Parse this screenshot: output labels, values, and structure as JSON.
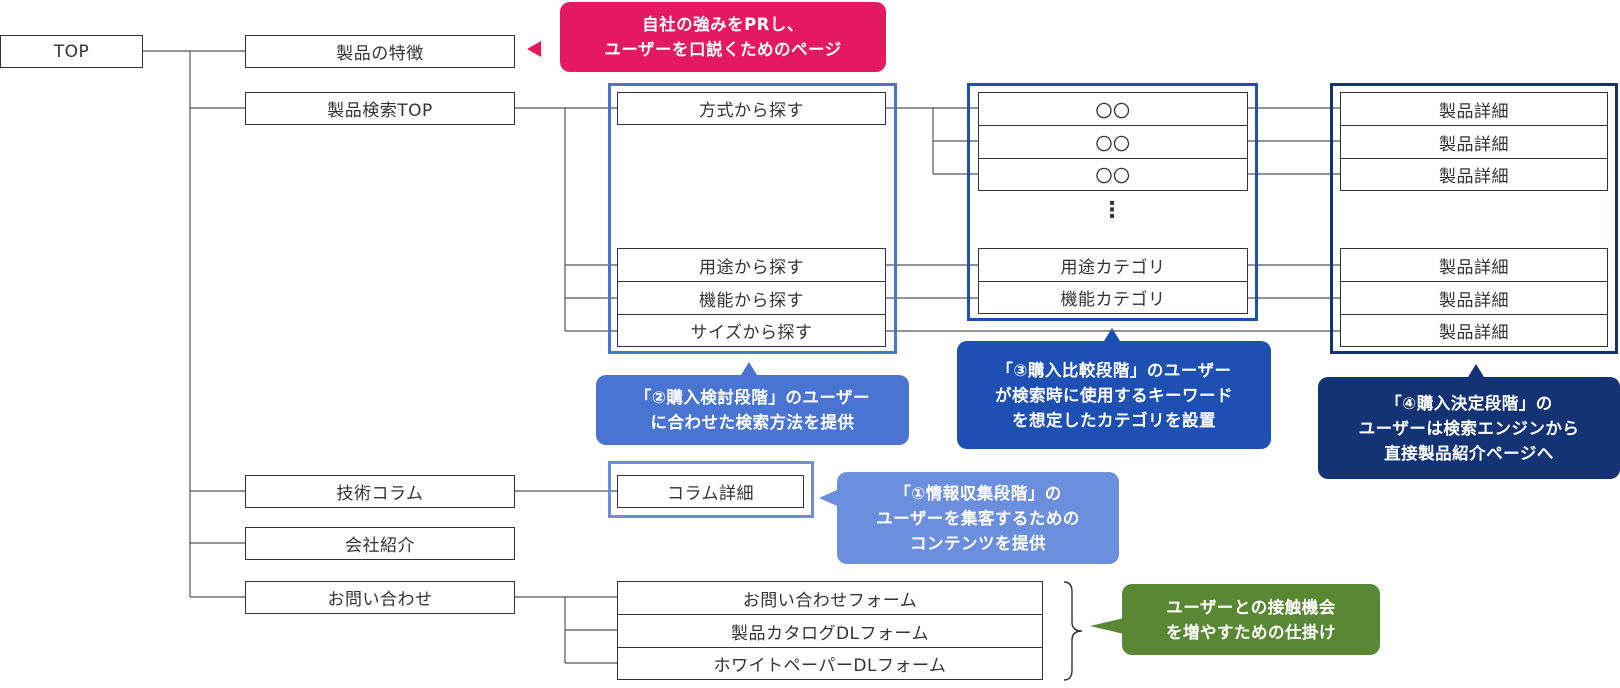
{
  "colors": {
    "pink": "#e5195f",
    "blue_light": "#4a74d1",
    "blue_mid": "#1e4fb3",
    "blue_dark": "#143375",
    "blue_pale": "#6c8fdd",
    "green": "#5a8734",
    "box_border": "#333333",
    "line": "#555555"
  },
  "nodes": {
    "top": "TOP",
    "features": "製品の特徴",
    "search_top": "製品検索TOP",
    "tech_column": "技術コラム",
    "company": "会社紹介",
    "contact": "お問い合わせ",
    "search_method": "方式から探す",
    "search_use": "用途から探す",
    "search_function": "機能から探す",
    "search_size": "サイズから探す",
    "cat_1": "〇〇",
    "cat_2": "〇〇",
    "cat_3": "〇〇",
    "cat_use": "用途カテゴリ",
    "cat_function": "機能カテゴリ",
    "detail_1": "製品詳細",
    "detail_2": "製品詳細",
    "detail_3": "製品詳細",
    "detail_4": "製品詳細",
    "detail_5": "製品詳細",
    "detail_6": "製品詳細",
    "column_detail": "コラム詳細",
    "contact_form": "お問い合わせフォーム",
    "catalog_form": "製品カタログDLフォーム",
    "whitepaper_form": "ホワイトペーパーDLフォーム",
    "ellipsis": "⋮"
  },
  "callouts": {
    "pr": [
      "自社の強みをPRし、",
      "ユーザーを口説くためのページ"
    ],
    "stage2": [
      "「②購入検討段階」のユーザー",
      "に合わせた検索方法を提供"
    ],
    "stage3": [
      "「③購入比較段階」のユーザー",
      "が検索時に使用するキーワード",
      "を想定したカテゴリを設置"
    ],
    "stage4": [
      "「④購入決定段階」の",
      "ユーザーは検索エンジンから",
      "直接製品紹介ページへ"
    ],
    "stage1": [
      "「①情報収集段階」の",
      "ユーザーを集客するための",
      "コンテンツを提供"
    ],
    "contact": [
      "ユーザーとの接触機会",
      "を増やすための仕掛け"
    ]
  }
}
